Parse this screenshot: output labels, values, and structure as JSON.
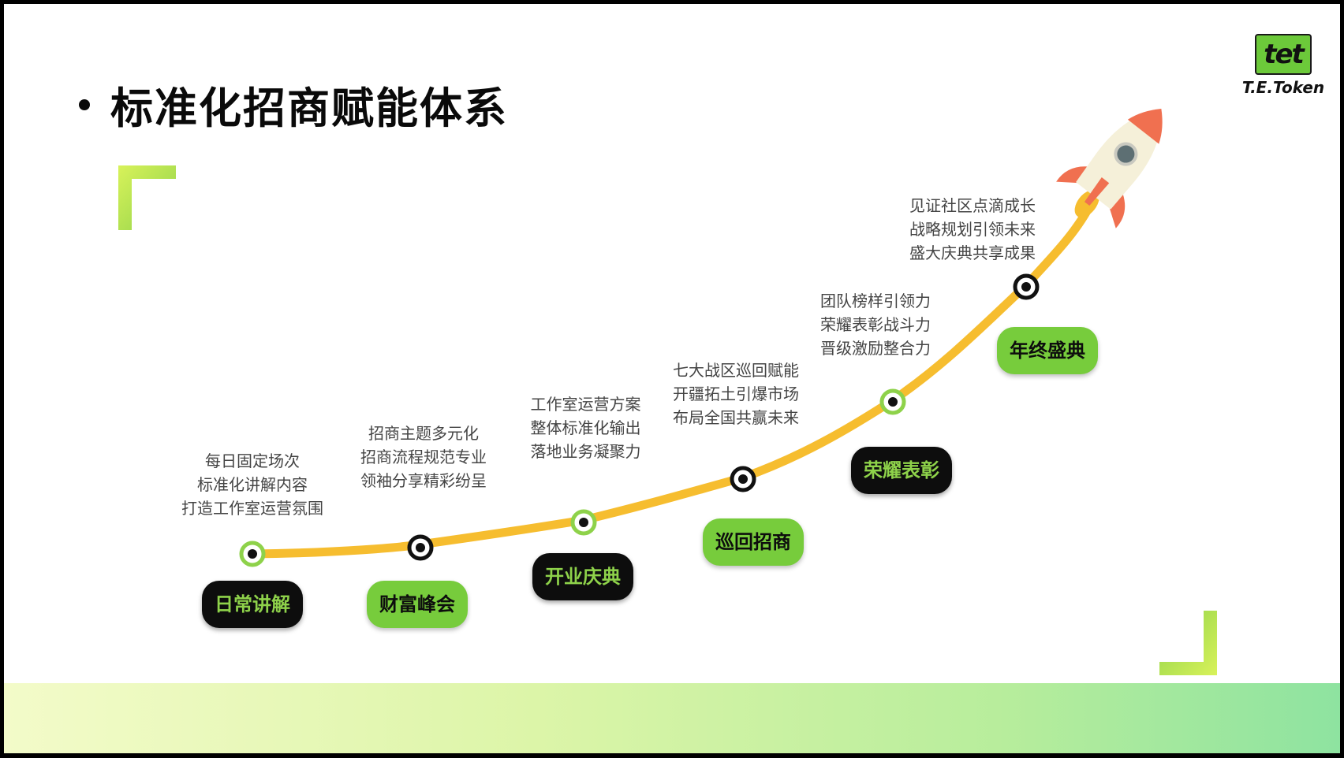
{
  "title": "标准化招商赋能体系",
  "logo": {
    "mark": "tet",
    "text": "T.E.Token"
  },
  "colors": {
    "accent_green": "#77cc3c",
    "dark": "#0d0d0d",
    "curve": "#f6bd2f"
  },
  "milestones": [
    {
      "label": "日常讲解",
      "style": "dark",
      "dot": "green",
      "lines": [
        "每日固定场次",
        "标准化讲解内容",
        "打造工作室运营氛围"
      ]
    },
    {
      "label": "财富峰会",
      "style": "green",
      "dot": "black",
      "lines": [
        "招商主题多元化",
        "招商流程规范专业",
        "领袖分享精彩纷呈"
      ]
    },
    {
      "label": "开业庆典",
      "style": "dark",
      "dot": "green",
      "lines": [
        "工作室运营方案",
        "整体标准化输出",
        "落地业务凝聚力"
      ]
    },
    {
      "label": "巡回招商",
      "style": "green",
      "dot": "black",
      "lines": [
        "七大战区巡回赋能",
        "开疆拓土引爆市场",
        "布局全国共赢未来"
      ]
    },
    {
      "label": "荣耀表彰",
      "style": "dark",
      "dot": "green",
      "lines": [
        "团队榜样引领力",
        "荣耀表彰战斗力",
        "晋级激励整合力"
      ]
    },
    {
      "label": "年终盛典",
      "style": "green",
      "dot": "black",
      "lines": [
        "见证社区点滴成长",
        "战略规划引领未来",
        "盛大庆典共享成果"
      ]
    }
  ]
}
